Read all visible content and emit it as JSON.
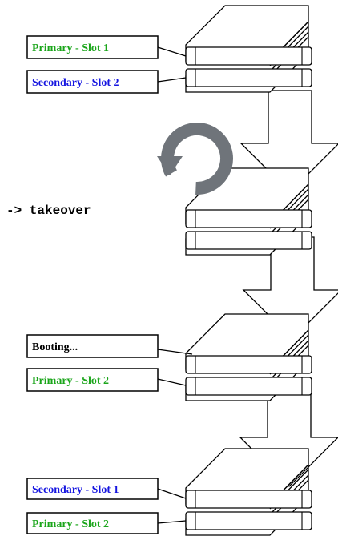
{
  "colors": {
    "primary": "#1aa51a",
    "secondary": "#1515e0",
    "neutral": "#000000",
    "cycle_icon": "#6f747a"
  },
  "command": "-> takeover",
  "stages": [
    {
      "top_label": {
        "text": "Primary - Slot 1",
        "role": "primary"
      },
      "bottom_label": {
        "text": "Secondary - Slot 2",
        "role": "secondary"
      }
    },
    {
      "top_label": null,
      "bottom_label": null
    },
    {
      "top_label": {
        "text": "Booting...",
        "role": "neutral"
      },
      "bottom_label": {
        "text": "Primary - Slot 2",
        "role": "primary"
      }
    },
    {
      "top_label": {
        "text": "Secondary - Slot 1",
        "role": "secondary"
      },
      "bottom_label": {
        "text": "Primary - Slot 2",
        "role": "primary"
      }
    }
  ],
  "icons": {
    "cycle": "refresh-cycle-icon",
    "flow_arrow": "down-arrow-icon"
  }
}
